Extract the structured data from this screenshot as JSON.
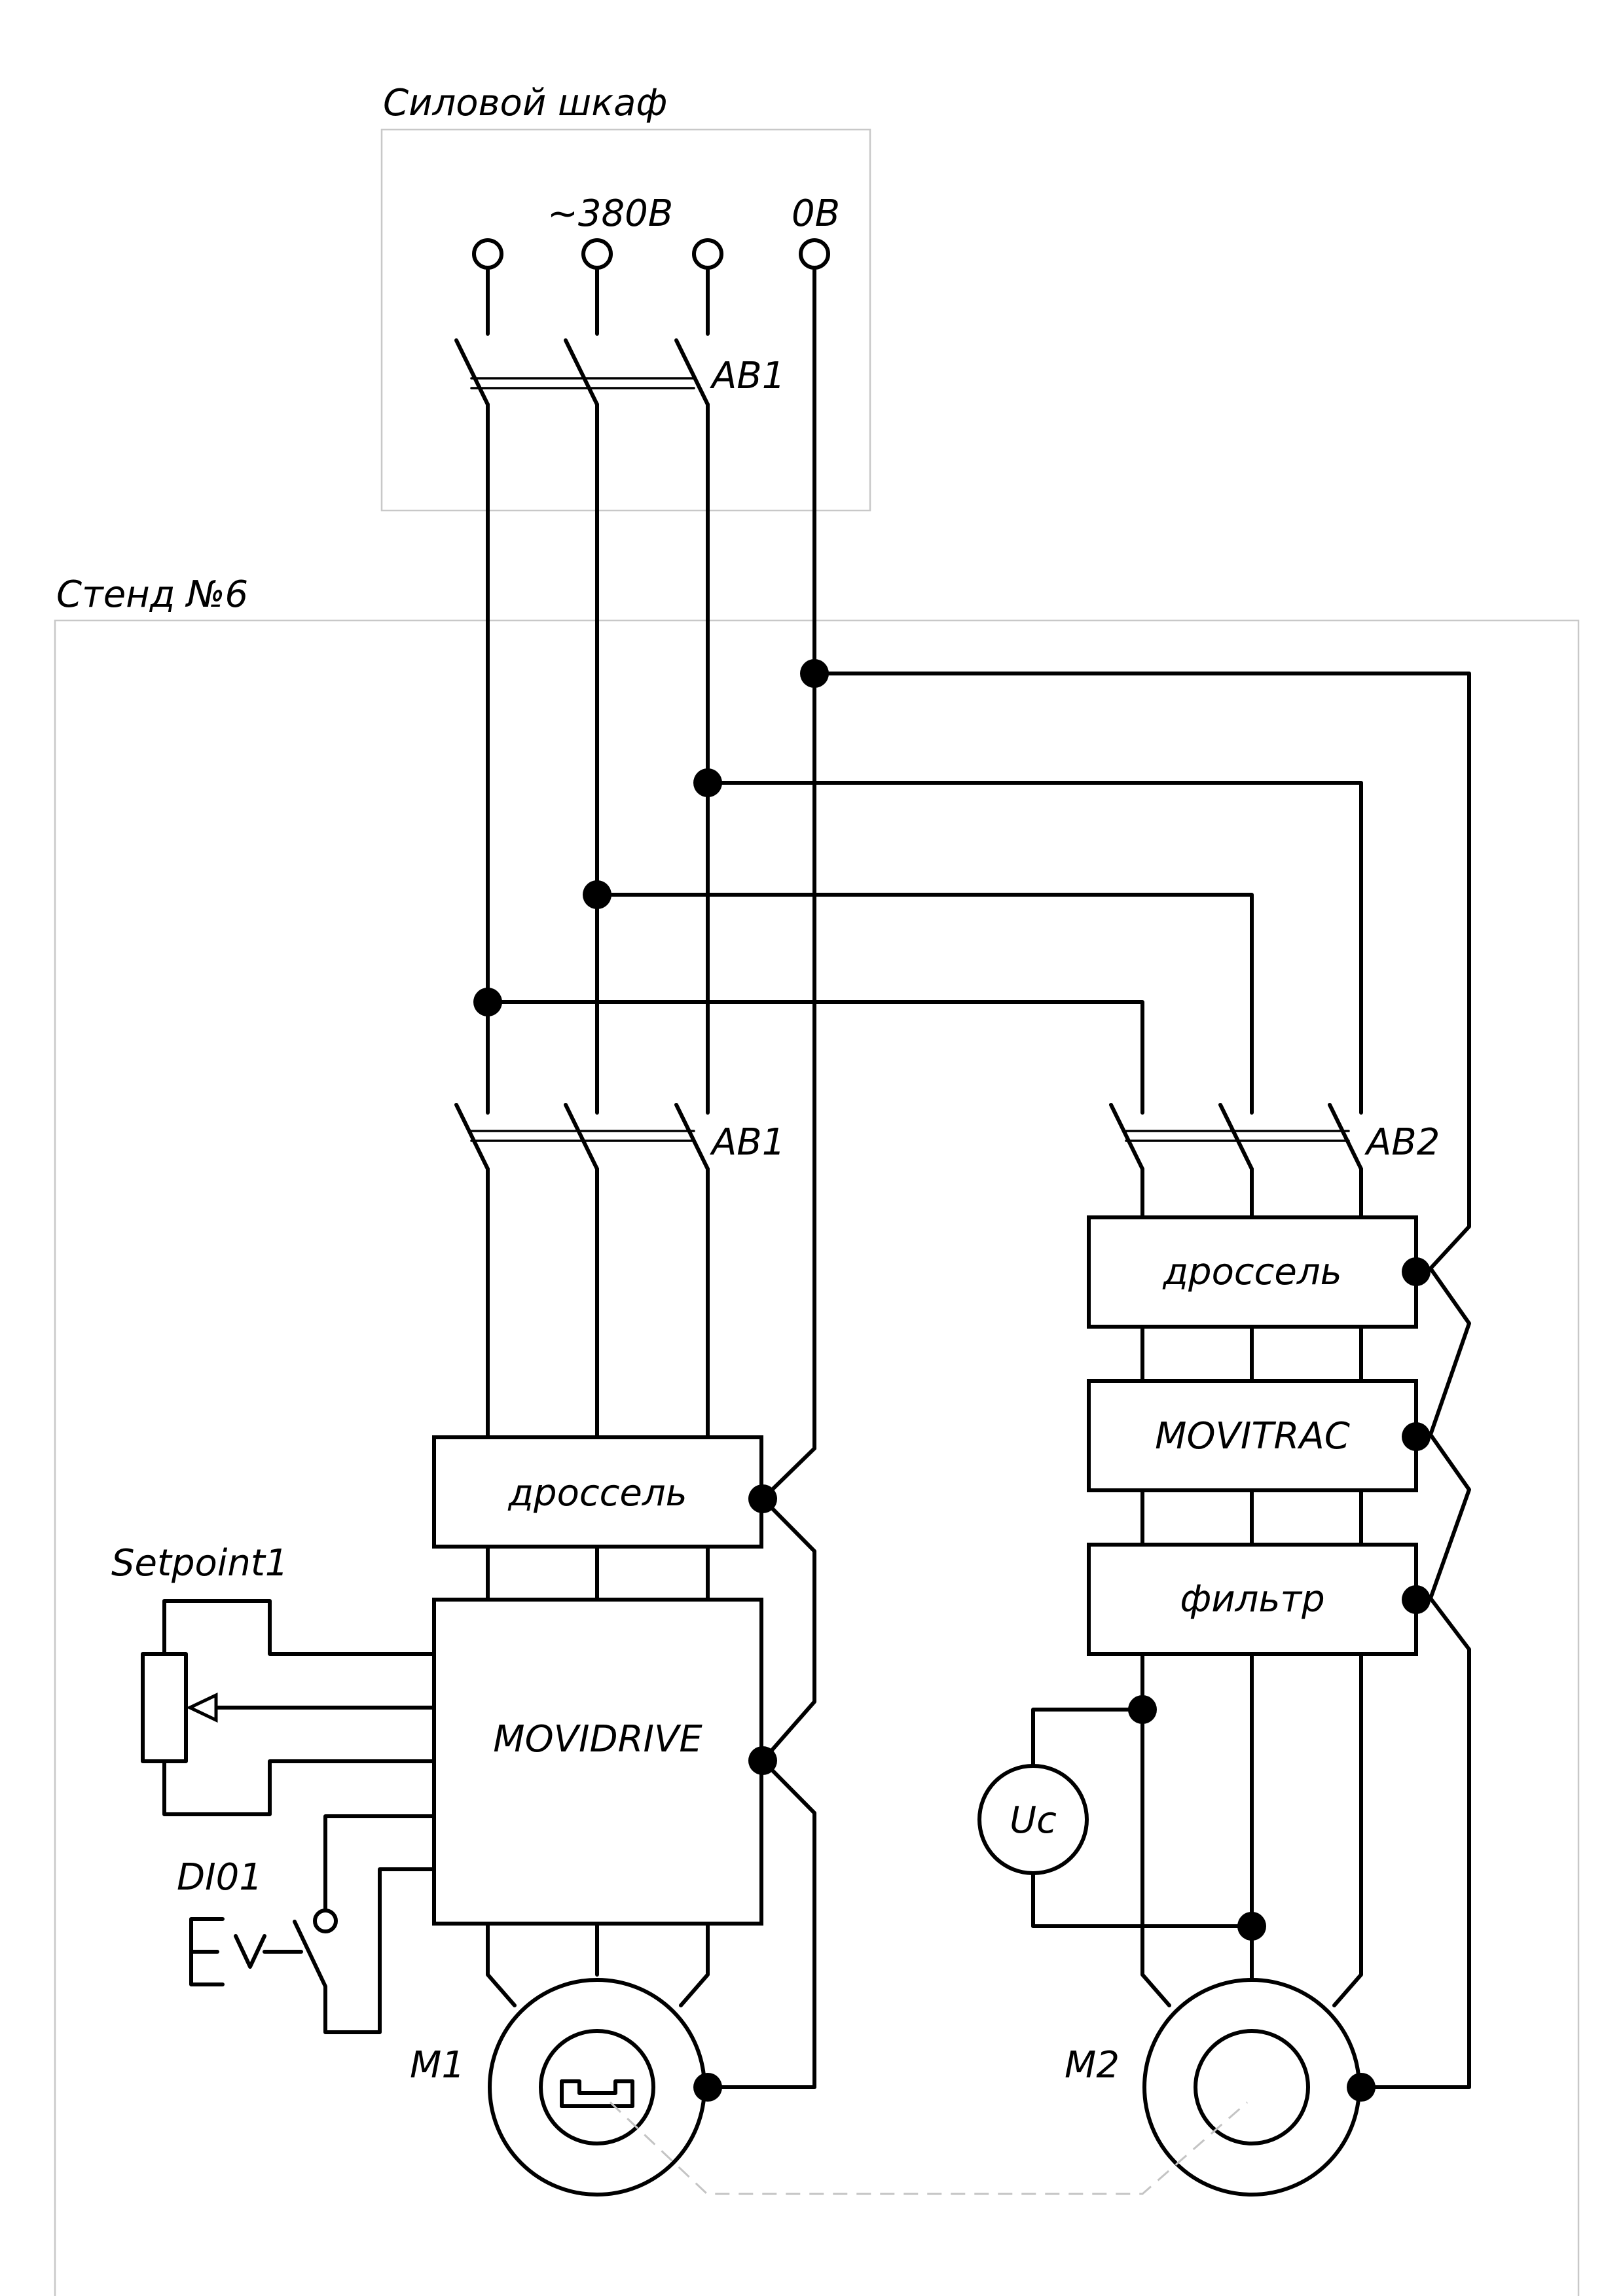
{
  "cabinet": {
    "title": "Силовой шкаф",
    "voltage_label": "~380В",
    "neutral_label": "0В",
    "breaker_label": "АВ1"
  },
  "stand": {
    "title": "Стенд №6",
    "left": {
      "breaker_label": "АВ1",
      "choke_label": "дроссель",
      "drive_label": "MOVIDRIVE",
      "setpoint_label": "Setpoint1",
      "di_label": "DI01",
      "motor_label": "M1"
    },
    "right": {
      "breaker_label": "АВ2",
      "choke_label": "дроссель",
      "inverter_label": "MOVITRAC",
      "filter_label": "фильтр",
      "voltmeter_label": "Uc",
      "motor_label": "M2"
    }
  }
}
